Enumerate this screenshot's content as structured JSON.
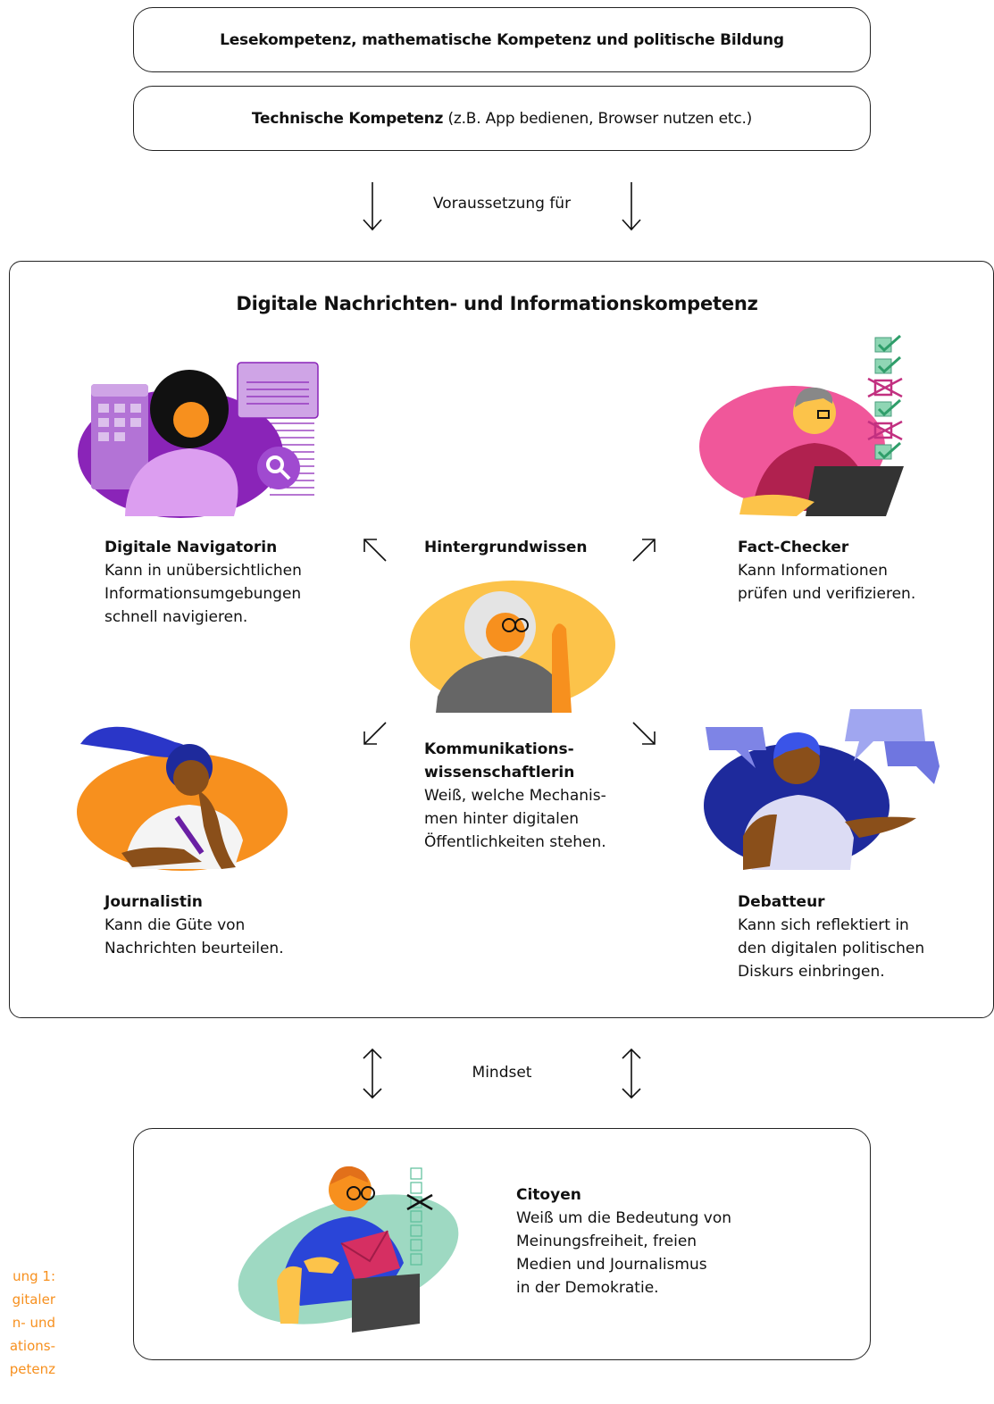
{
  "top_boxes": {
    "first": "Lesekompetenz, mathematische Kompetenz und politische Bildung",
    "second_bold": "Technische Kompetenz",
    "second_rest": " (z.B. App bedienen, Browser nutzen etc.)"
  },
  "prerequisite_label": "Voraussetzung für",
  "main": {
    "title": "Digitale Nachrichten- und Informationskompetenz",
    "roles": {
      "navigatorin": {
        "name": "Digitale Navigatorin",
        "desc": "Kann in unübersichtlichen\nInformationsumgebungen\nschnell navigieren."
      },
      "factchecker": {
        "name": "Fact-Checker",
        "desc": "Kann Informationen\nprüfen und verifizieren."
      },
      "center": {
        "name": "Hintergrundwissen"
      },
      "kommunikation": {
        "name": "Kommunikations-\nwissenschaftlerin",
        "desc": "Weiß, welche Mechanis-\nmen hinter digitalen\nÖffentlichkeiten stehen."
      },
      "journalistin": {
        "name": "Journalistin",
        "desc": "Kann die Güte von\nNachrichten beurteilen."
      },
      "debatteur": {
        "name": "Debatteur",
        "desc": "Kann sich reflektiert in\nden digitalen politischen\nDiskurs einbringen."
      }
    }
  },
  "mindset_label": "Mindset",
  "citoyen": {
    "name": "Citoyen",
    "desc": "Weiß um die Bedeutung von\nMeinungsfreiheit, freien\nMedien und Journalismus\nin der Demokratie."
  },
  "caption": "ung 1:\ngitaler\nn- und\nations-\npetenz",
  "colors": {
    "purple": "#8a24b8",
    "pink": "#f0579a",
    "yellow": "#fcc34a",
    "orange": "#f7901e",
    "navy": "#1e2a9c",
    "mint": "#9ed9c2",
    "caption": "#f7901e"
  }
}
